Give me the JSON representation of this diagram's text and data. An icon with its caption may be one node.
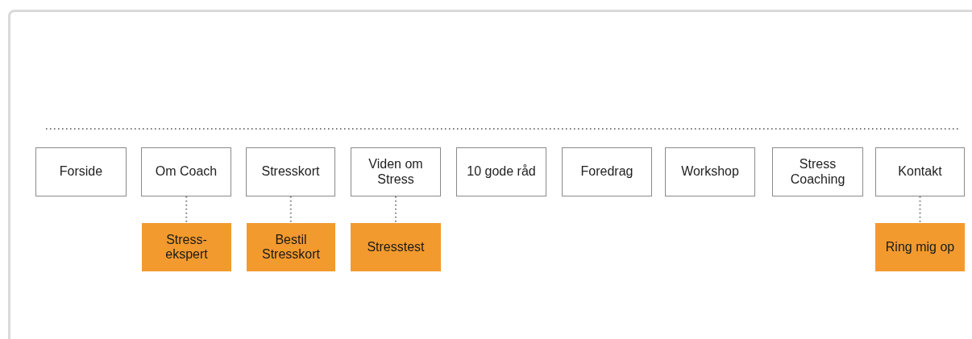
{
  "diagram": {
    "nodes": [
      {
        "text": [
          "Forside"
        ]
      },
      {
        "text": [
          "Om Coach"
        ]
      },
      {
        "text": [
          "Stresskort"
        ]
      },
      {
        "text": [
          "Viden om Stress"
        ]
      },
      {
        "text": [
          "10 gode råd"
        ]
      },
      {
        "text": [
          "Foredrag"
        ]
      },
      {
        "text": [
          "Workshop"
        ]
      },
      {
        "text": [
          "Stress Coaching"
        ]
      },
      {
        "text": [
          "Kontakt"
        ]
      },
      {
        "text": [
          "Stress-ekspert"
        ]
      },
      {
        "text": [
          "Bestil Stresskort"
        ]
      },
      {
        "text": [
          "Stresstest"
        ]
      },
      {
        "text": [
          "Ring mig op"
        ]
      }
    ],
    "edges": [
      {
        "from": 1,
        "to": 9,
        "arrow": "none",
        "style": "dashed"
      },
      {
        "from": 2,
        "to": 10,
        "arrow": "none",
        "style": "dashed"
      },
      {
        "from": 3,
        "to": 11,
        "arrow": "none",
        "style": "dashed"
      },
      {
        "from": 8,
        "to": 12,
        "arrow": "none",
        "style": "dashed"
      }
    ]
  }
}
